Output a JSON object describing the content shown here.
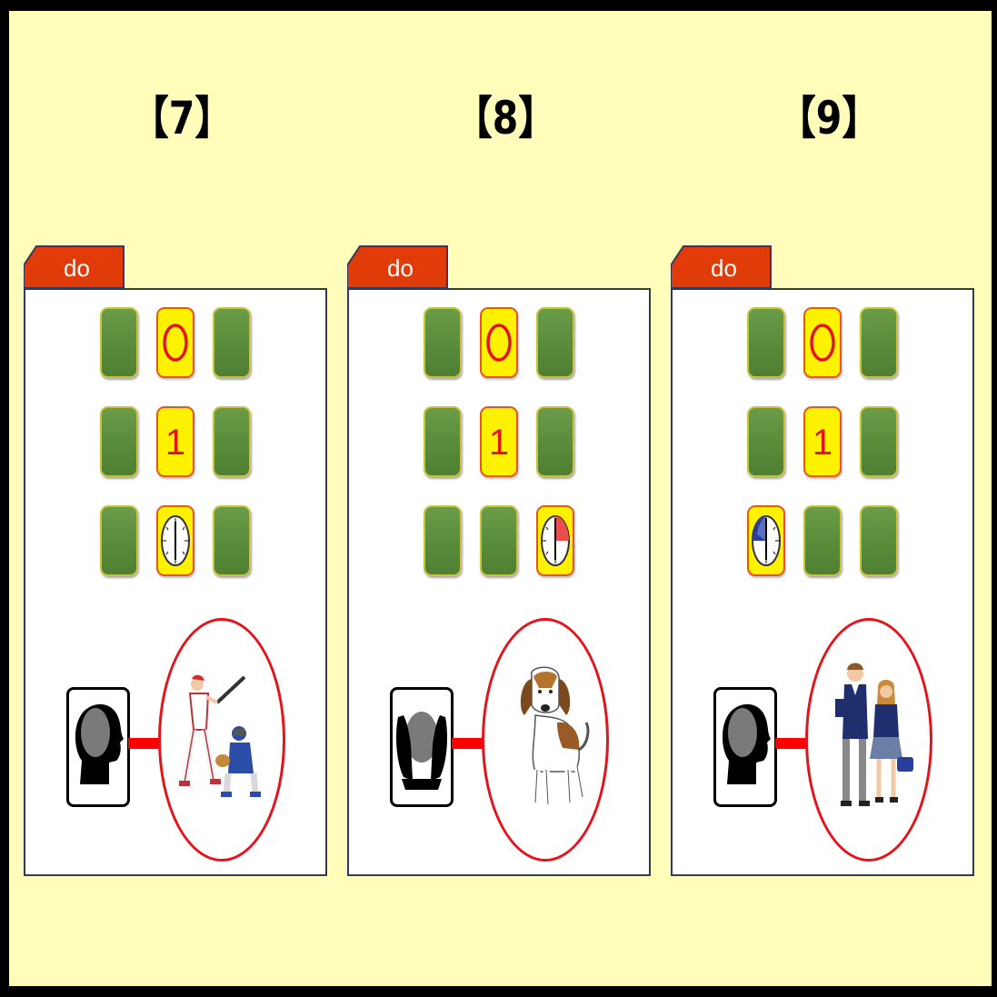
{
  "headings": [
    "【7】",
    "【8】",
    "【9】"
  ],
  "panels": [
    {
      "tab_label": "do",
      "rows": [
        [
          "green",
          "circle",
          "green"
        ],
        [
          "green",
          "one",
          "green"
        ],
        [
          "green",
          "clock-empty",
          "green"
        ]
      ],
      "head_icon": "head-silhouette-icon",
      "picture": "baseball-players-illustration"
    },
    {
      "tab_label": "do",
      "rows": [
        [
          "green",
          "circle",
          "green"
        ],
        [
          "green",
          "one",
          "green"
        ],
        [
          "green",
          "green",
          "clock-red-quarter"
        ]
      ],
      "head_icon": "head-with-hands-icon",
      "picture": "beagle-dog-illustration"
    },
    {
      "tab_label": "do",
      "rows": [
        [
          "green",
          "circle",
          "green"
        ],
        [
          "green",
          "one",
          "green"
        ],
        [
          "clock-blue-quarter",
          "green",
          "green"
        ]
      ],
      "head_icon": "head-silhouette-icon",
      "picture": "students-illustration"
    }
  ],
  "tile_number": "1",
  "colors": {
    "background": "#fffdb9",
    "tab": "#e23b0a",
    "tile_green": "#578a39",
    "tile_yellow": "#fff200",
    "accent_red": "#e4131a",
    "clock_blue": "#2b3f9a"
  }
}
